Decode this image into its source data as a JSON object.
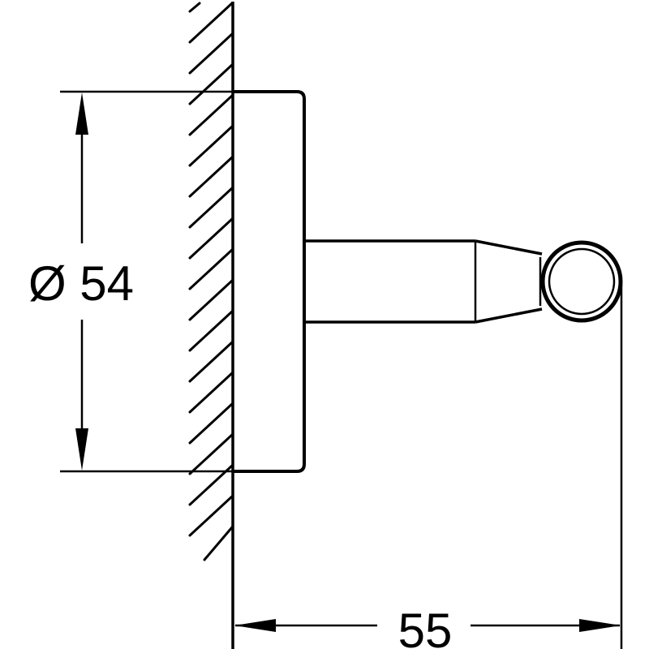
{
  "drawing": {
    "subject": "wall-mounted robe hook technical drawing",
    "line_color": "#000000",
    "background": "#ffffff"
  },
  "dimensions": {
    "diameter": {
      "symbol": "Ø",
      "value": "54",
      "label": "Ø 54"
    },
    "projection": {
      "value": "55",
      "label": "55"
    }
  }
}
